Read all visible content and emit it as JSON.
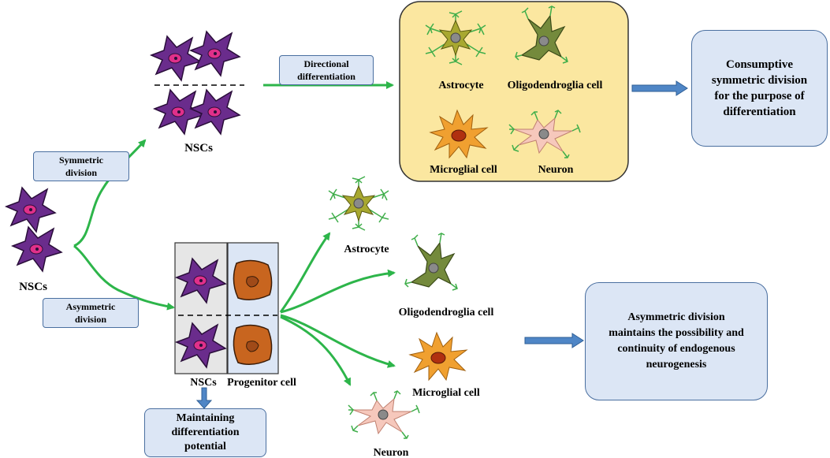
{
  "labels": {
    "nsc_left": "NSCs",
    "nsc_top": "NSCs",
    "nsc_bottom": "NSCs",
    "progenitor": "Progenitor cell",
    "astro_top": "Astrocyte",
    "oligo_top": "Oligodendroglia cell",
    "micro_top": "Microglial cell",
    "neuron_top": "Neuron",
    "astro_low": "Astrocyte",
    "oligo_low": "Oligodendroglia cell",
    "micro_low": "Microglial cell",
    "neuron_low": "Neuron"
  },
  "boxes": {
    "symmetric": "Symmetric\ndivision",
    "asymmetric": "Asymmetric\ndivision",
    "directional": "Directional\ndifferentiation",
    "maintaining": "Maintaining\ndifferentiation\npotential",
    "consumptive": "Consumptive\nsymmetric division\nfor the purpose of\ndifferentiation",
    "asym_result": "Asymmetric division\nmaintains the possibility and\ncontinuity of endogenous\nneurogenesis"
  },
  "colors": {
    "nsc": "#6a2c8c",
    "nsc_nucleus": "#e0308a",
    "progenitor": "#c8651f",
    "astrocyte": "#a8a830",
    "oligodendroglia": "#748a3c",
    "microglia": "#f0a030",
    "neuron": "#f6c8bc",
    "process": "#3fae4a",
    "arrow": "#2db54a",
    "block_arrow": "#4f86c6",
    "highlight": "#fbe7a0"
  }
}
